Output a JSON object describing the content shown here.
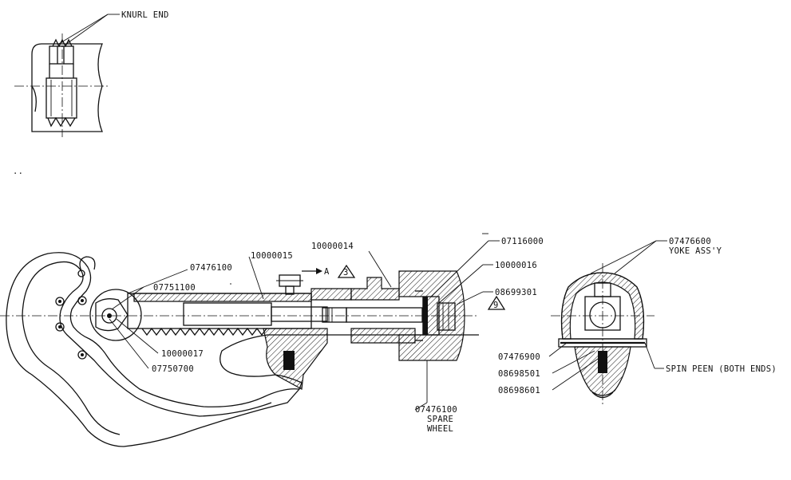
{
  "drawing": {
    "callouts": {
      "knurl_end": "KNURL END",
      "p07476100_top": "07476100",
      "p10000015": "10000015",
      "p10000014": "10000014",
      "p07116000": "07116000",
      "p10000016": "10000016",
      "p08699301": "08699301",
      "p07751100": "07751100",
      "p10000017": "10000017",
      "p07750700": "07750700",
      "p07476100_spare_num": "07476100",
      "spare_line1": "SPARE",
      "spare_line2": "WHEEL",
      "p07476600": "07476600",
      "yoke_assy": "YOKE ASS'Y",
      "p07476900": "07476900",
      "p08698501": "08698501",
      "p08698601": "08698601",
      "spin_peen": "SPIN PEEN (BOTH ENDS)"
    },
    "section_marker": "A",
    "note_flags": [
      "3",
      "9"
    ]
  }
}
